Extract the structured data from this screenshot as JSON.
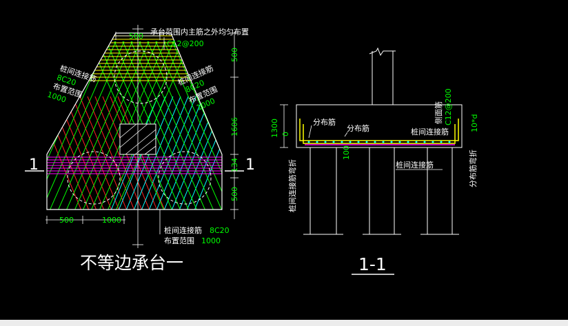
{
  "colors": {
    "bg": "#000000",
    "line": "#ffffff",
    "dim": "#00ff00",
    "yellow": "#ffff00",
    "magenta": "#ff00ff",
    "cyan": "#00ffff",
    "red": "#ff0000"
  },
  "plan": {
    "note_top": "承台范围内主筋之外均匀布置",
    "note_top_bar": "C12@200",
    "dim_top": "500",
    "label_left": "桩间连接筋",
    "label_left_bar": "8C20",
    "label_left_range": "布置范围",
    "label_left_range_val": "1000",
    "label_right": "桩间连接筋",
    "label_right_bar": "8C20",
    "label_right_range": "布置范围",
    "label_right_range_val": "1000",
    "dims_right": [
      "500",
      "1606",
      "134",
      "500"
    ],
    "dims_bottom": [
      "500",
      "1000"
    ],
    "label_bottom": "桩间连接筋",
    "label_bottom_bar": "8C20",
    "label_bottom_range": "布置范围",
    "label_bottom_range_val": "1000",
    "section_mark_left": "1",
    "section_mark_right": "1",
    "title": "不等边承台一"
  },
  "section": {
    "dist_left": "分布筋",
    "dist_mid": "分布筋",
    "pile_link": "桩间连接筋",
    "pile_link_bottom": "桩间连接筋",
    "dim_height": "1300",
    "dim_zero": "0",
    "dim_100": "100",
    "bend_left": "桩间连接筋弯折",
    "side_bar_label": "侧面筋",
    "side_bar_value": "C12@200",
    "side_anchor": "10*d",
    "bend_right": "分布筋弯折",
    "title": "1-1"
  }
}
